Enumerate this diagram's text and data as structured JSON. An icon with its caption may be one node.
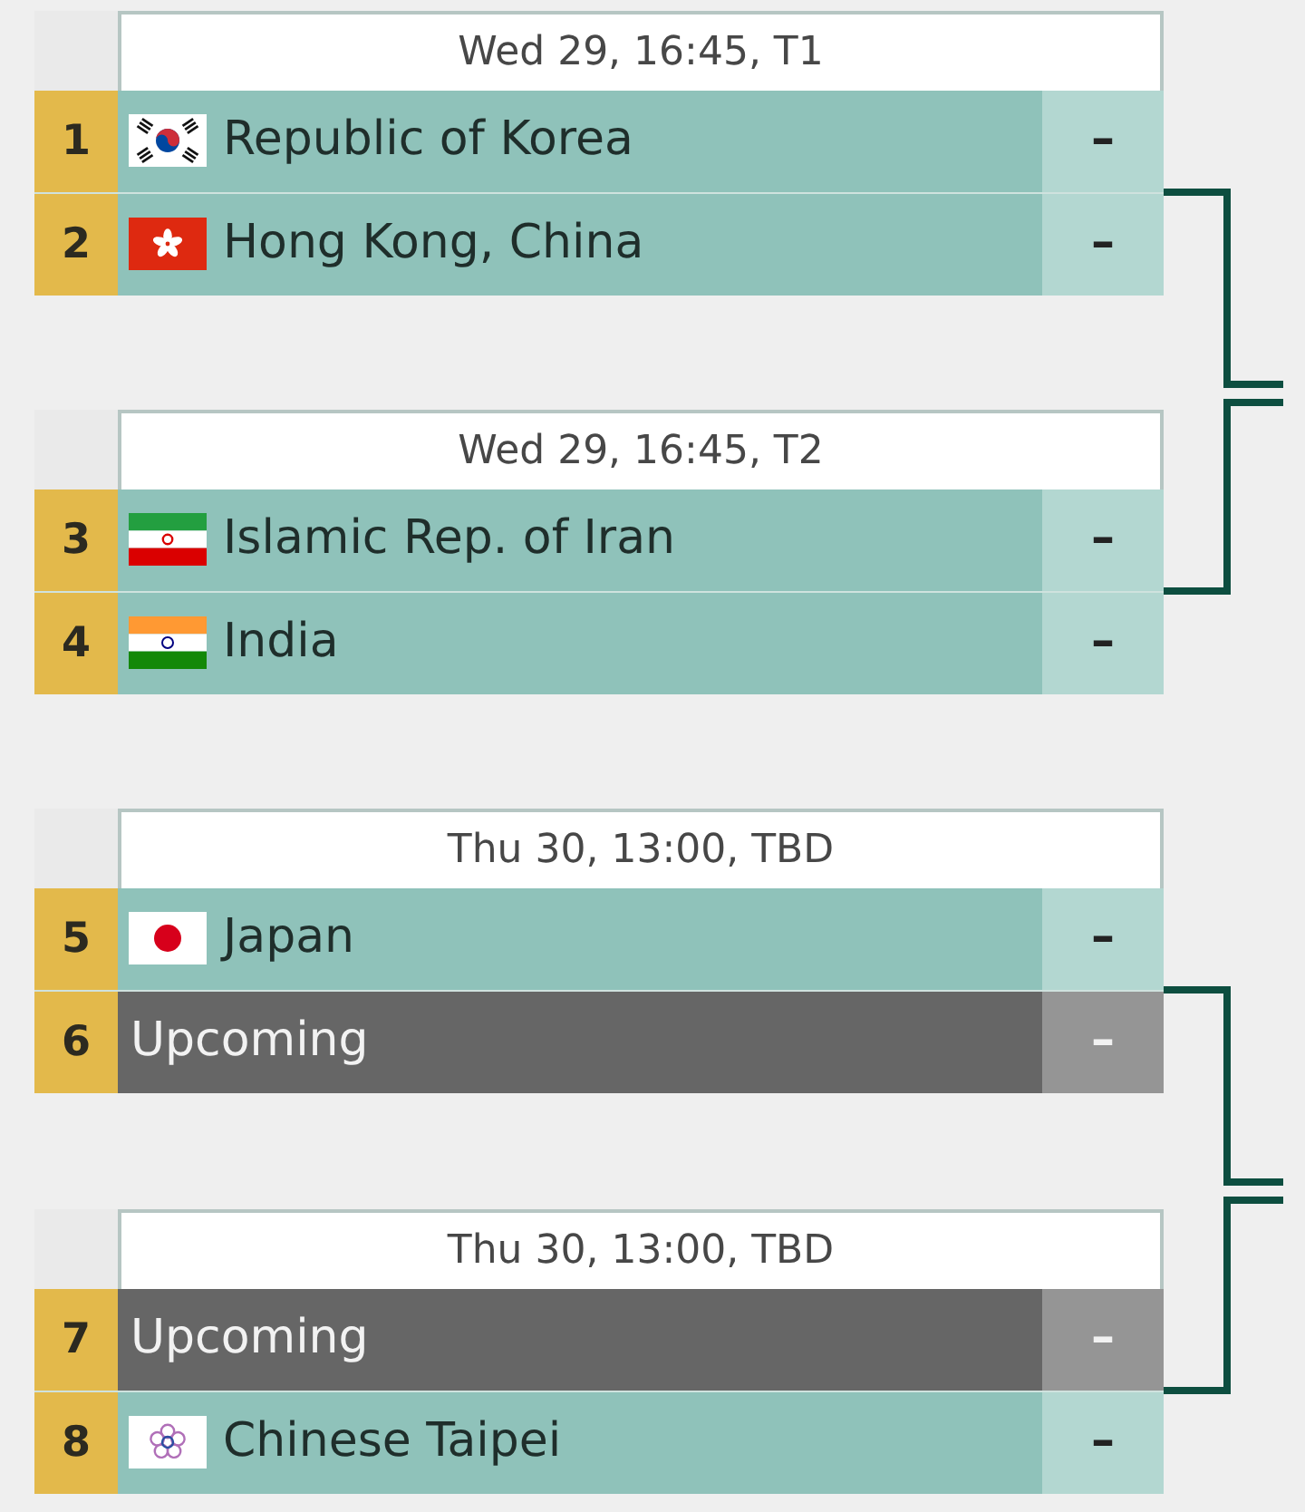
{
  "diagram": {
    "nodes": [
      {
        "text": [
          "Wed 29, 16:45, T1"
        ]
      },
      {
        "text": [
          "1",
          "Republic of Korea",
          "–"
        ],
        "in": 0
      },
      {
        "text": [
          "2",
          "Hong Kong, China",
          "–"
        ],
        "in": 0
      },
      {
        "text": [
          "Wed 29, 16:45, T2"
        ]
      },
      {
        "text": [
          "3",
          "Islamic Rep. of Iran",
          "–"
        ],
        "in": 3
      },
      {
        "text": [
          "4",
          "India",
          "–"
        ],
        "in": 3
      },
      {
        "text": [
          "Thu 30, 13:00, TBD"
        ]
      },
      {
        "text": [
          "5",
          "Japan",
          "–"
        ],
        "in": 6
      },
      {
        "text": [
          "6",
          "Upcoming",
          "–"
        ],
        "in": 6
      },
      {
        "text": [
          "Thu 30, 13:00, TBD"
        ]
      },
      {
        "text": [
          "7",
          "Upcoming",
          "–"
        ],
        "in": 9
      },
      {
        "text": [
          "8",
          "Chinese Taipei",
          "–"
        ],
        "in": 9
      }
    ],
    "edges": [
      {
        "from": 0,
        "to": null,
        "arrow": "none"
      },
      {
        "from": 3,
        "to": null,
        "arrow": "none"
      },
      {
        "from": 6,
        "to": null,
        "arrow": "none"
      },
      {
        "from": 9,
        "to": null,
        "arrow": "none"
      }
    ]
  }
}
